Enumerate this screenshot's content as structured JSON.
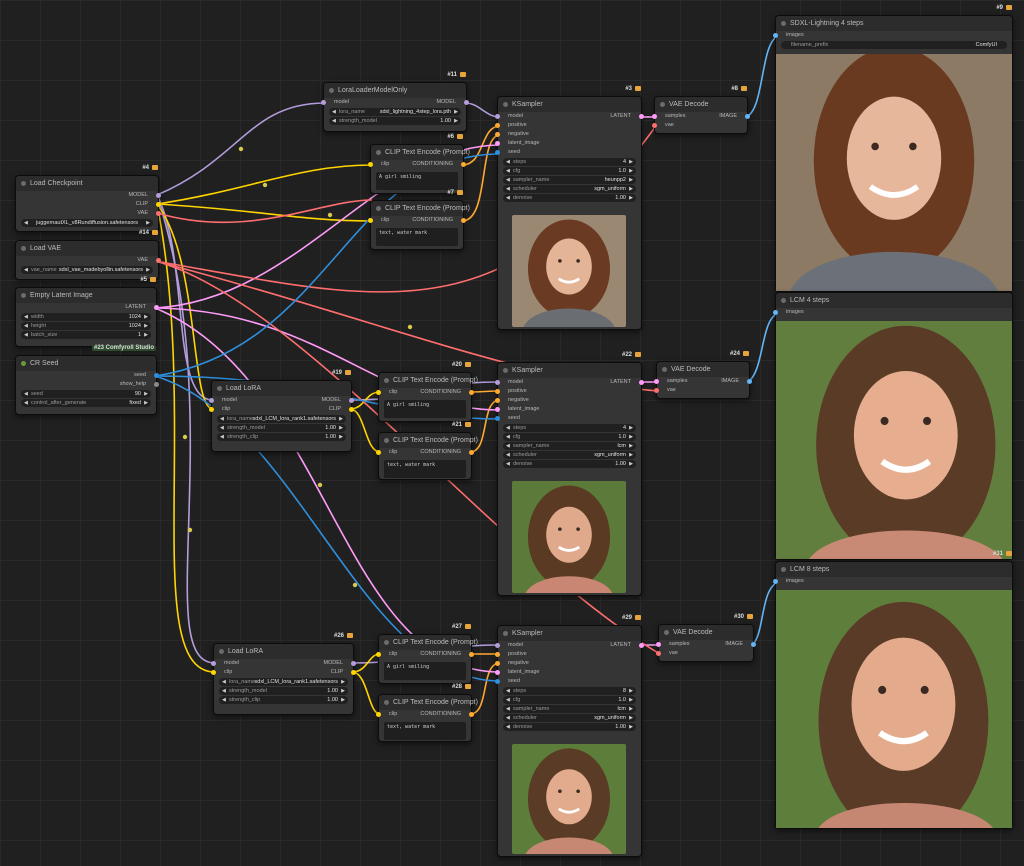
{
  "colors": {
    "model": "#b39ddb",
    "clip": "#ffd500",
    "vae": "#ff6e6e",
    "latent": "#ff9cf9",
    "conditioning": "#ffa931",
    "int": "#2f8fdc",
    "image": "#64b5f6"
  },
  "nodes": {
    "n4": {
      "title": "Load Checkpoint",
      "id": "#4",
      "out1": "MODEL",
      "out2": "CLIP",
      "out3": "VAE",
      "ckpt_label": "juggernautXL_v8Rundiffusion.safetensors"
    },
    "n14": {
      "title": "Load VAE",
      "id": "#14",
      "out1": "VAE",
      "vae_label": "vae_name",
      "vae_value": "sdxl_vae_madebyollin.safetensors"
    },
    "n5": {
      "title": "Empty Latent Image",
      "id": "#5",
      "out1": "LATENT",
      "w1_label": "width",
      "w1_value": "1024",
      "w2_label": "height",
      "w2_value": "1024",
      "w3_label": "batch_size",
      "w3_value": "1"
    },
    "n23": {
      "title": "CR Seed",
      "id": "#23 Comfyroll Studio",
      "out1": "seed",
      "out2": "show_help",
      "w1_label": "seed",
      "w1_value": "90",
      "w2_label": "control_after_generate",
      "w2_value": "fixed"
    },
    "n11": {
      "title": "LoraLoaderModelOnly",
      "id": "#11",
      "in1": "model",
      "out1": "MODEL",
      "w1_label": "lora_name",
      "w1_value": "sdxl_lightning_4step_lora.pth",
      "w2_label": "strength_model",
      "w2_value": "1.00"
    },
    "n6": {
      "title": "CLIP Text Encode (Prompt)",
      "id": "#6",
      "in1": "clip",
      "out1": "CONDITIONING",
      "text": "A girl smiling"
    },
    "n7": {
      "title": "CLIP Text Encode (Prompt)",
      "id": "#7",
      "in1": "clip",
      "out1": "CONDITIONING",
      "text": "text, water mark"
    },
    "n3": {
      "title": "KSampler",
      "id": "#3",
      "in1": "model",
      "in2": "positive",
      "in3": "negative",
      "in4": "latent_image",
      "in5": "seed",
      "out1": "LATENT",
      "w1_label": "steps",
      "w1_value": "4",
      "w2_label": "cfg",
      "w2_value": "1.0",
      "w3_label": "sampler_name",
      "w3_value": "heunpp2",
      "w4_label": "scheduler",
      "w4_value": "sgm_uniform",
      "w5_label": "denoise",
      "w5_value": "1.00"
    },
    "n8": {
      "title": "VAE Decode",
      "id": "#8",
      "in1": "samples",
      "in2": "vae",
      "out1": "IMAGE"
    },
    "n9": {
      "title": "SDXL-Lightning 4 steps",
      "id": "#9",
      "in1": "images",
      "w1_label": "filename_prefix",
      "w1_value": "ComfyUI"
    },
    "n19": {
      "title": "Load LoRA",
      "id": "#19",
      "in1": "model",
      "in2": "clip",
      "out1": "MODEL",
      "out2": "CLIP",
      "w1_label": "lora_name",
      "w1_value": "sdxl_LCM_lora_rank1.safetensors",
      "w2_label": "strength_model",
      "w2_value": "1.00",
      "w3_label": "strength_clip",
      "w3_value": "1.00"
    },
    "n20": {
      "title": "CLIP Text Encode (Prompt)",
      "id": "#20",
      "in1": "clip",
      "out1": "CONDITIONING",
      "text": "A girl smiling"
    },
    "n21": {
      "title": "CLIP Text Encode (Prompt)",
      "id": "#21",
      "in1": "clip",
      "out1": "CONDITIONING",
      "text": "text, water mark"
    },
    "n22": {
      "title": "KSampler",
      "id": "#22",
      "in1": "model",
      "in2": "positive",
      "in3": "negative",
      "in4": "latent_image",
      "in5": "seed",
      "out1": "LATENT",
      "w1_label": "steps",
      "w1_value": "4",
      "w2_label": "cfg",
      "w2_value": "1.0",
      "w3_label": "sampler_name",
      "w3_value": "lcm",
      "w4_label": "scheduler",
      "w4_value": "sgm_uniform",
      "w5_label": "denoise",
      "w5_value": "1.00"
    },
    "n24": {
      "title": "VAE Decode",
      "id": "#24",
      "in1": "samples",
      "in2": "vae",
      "out1": "IMAGE"
    },
    "n25": {
      "title": "LCM 4 steps",
      "in1": "images"
    },
    "n26": {
      "title": "Load LoRA",
      "id": "#26",
      "in1": "model",
      "in2": "clip",
      "out1": "MODEL",
      "out2": "CLIP",
      "w1_label": "lora_name",
      "w1_value": "sdxl_LCM_lora_rank1.safetensors",
      "w2_label": "strength_model",
      "w2_value": "1.00",
      "w3_label": "strength_clip",
      "w3_value": "1.00"
    },
    "n27": {
      "title": "CLIP Text Encode (Prompt)",
      "id": "#27",
      "in1": "clip",
      "out1": "CONDITIONING",
      "text": "A girl smiling"
    },
    "n28": {
      "title": "CLIP Text Encode (Prompt)",
      "id": "#28",
      "in1": "clip",
      "out1": "CONDITIONING",
      "text": "text, water mark"
    },
    "n29": {
      "title": "KSampler",
      "id": "#29",
      "in1": "model",
      "in2": "positive",
      "in3": "negative",
      "in4": "latent_image",
      "in5": "seed",
      "out1": "LATENT",
      "w1_label": "steps",
      "w1_value": "8",
      "w2_label": "cfg",
      "w2_value": "1.0",
      "w3_label": "sampler_name",
      "w3_value": "lcm",
      "w4_label": "scheduler",
      "w4_value": "sgm_uniform",
      "w5_label": "denoise",
      "w5_value": "1.00"
    },
    "n30": {
      "title": "VAE Decode",
      "id": "#30",
      "in1": "samples",
      "in2": "vae",
      "out1": "IMAGE"
    },
    "n31": {
      "title": "LCM 8 steps",
      "id": "#31",
      "in1": "images"
    }
  }
}
